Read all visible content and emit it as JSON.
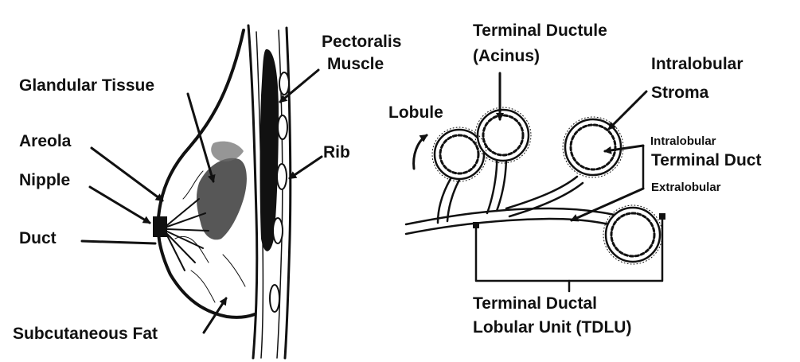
{
  "left_labels": {
    "pectoralis_line1": "Pectoralis",
    "pectoralis_line2": "Muscle",
    "glandular_tissue": "Glandular Tissue",
    "areola": "Areola",
    "nipple": "Nipple",
    "duct": "Duct",
    "rib": "Rib",
    "subcutaneous_fat": "Subcutaneous Fat"
  },
  "right_labels": {
    "terminal_ductule_line1": "Terminal Ductule",
    "terminal_ductule_line2": "(Acinus)",
    "intralobular_stroma_line1": "Intralobular",
    "intralobular_stroma_line2": "Stroma",
    "lobule": "Lobule",
    "intralobular_small": "Intralobular",
    "terminal_duct": "Terminal Duct",
    "extralobular_small": "Extralobular",
    "tdlu_line1": "Terminal Ductal",
    "tdlu_line2": "Lobular Unit (TDLU)"
  },
  "colors": {
    "ink": "#111111",
    "background": "#ffffff"
  }
}
